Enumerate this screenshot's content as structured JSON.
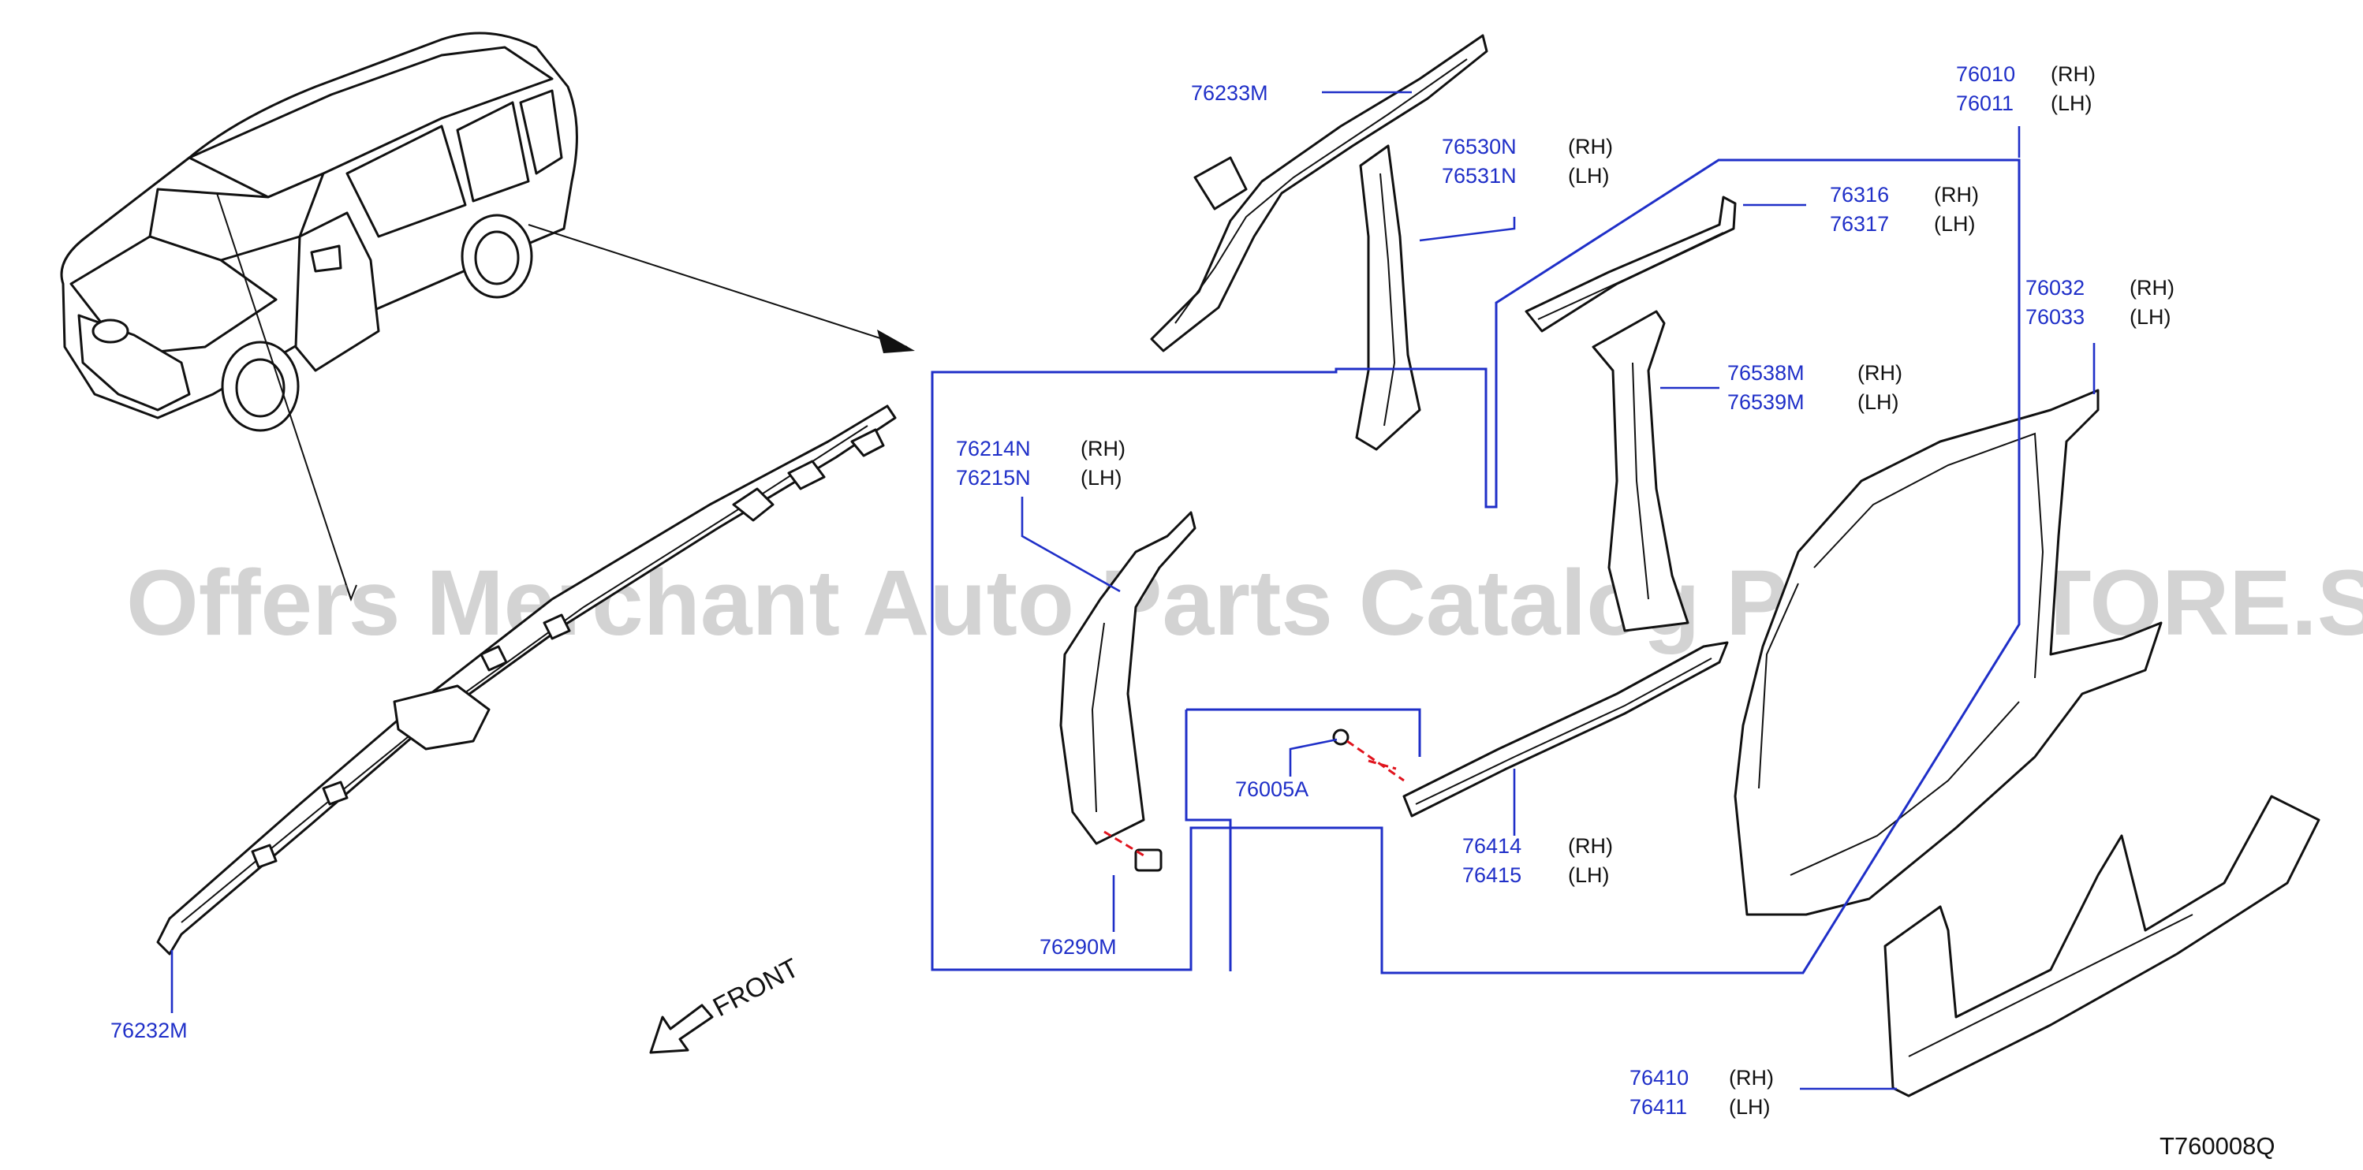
{
  "diagram_code": "T760008Q",
  "watermark": "Offers Merchant Auto Parts Catalog PARTSTORE.SA",
  "front_label": "FRONT",
  "callouts": [
    {
      "id": "c76233",
      "lines": [
        {
          "part": "76233M",
          "side": ""
        }
      ]
    },
    {
      "id": "c76530",
      "lines": [
        {
          "part": "76530N",
          "side": "(RH)"
        },
        {
          "part": "76531N",
          "side": "(LH)"
        }
      ]
    },
    {
      "id": "c76010",
      "lines": [
        {
          "part": "76010",
          "side": "(RH)"
        },
        {
          "part": "76011",
          "side": "(LH)"
        }
      ]
    },
    {
      "id": "c76316",
      "lines": [
        {
          "part": "76316",
          "side": "(RH)"
        },
        {
          "part": "76317",
          "side": "(LH)"
        }
      ]
    },
    {
      "id": "c76032",
      "lines": [
        {
          "part": "76032",
          "side": "(RH)"
        },
        {
          "part": "76033",
          "side": "(LH)"
        }
      ]
    },
    {
      "id": "c76538",
      "lines": [
        {
          "part": "76538M",
          "side": "(RH)"
        },
        {
          "part": "76539M",
          "side": "(LH)"
        }
      ]
    },
    {
      "id": "c76214",
      "lines": [
        {
          "part": "76214N",
          "side": "(RH)"
        },
        {
          "part": "76215N",
          "side": "(LH)"
        }
      ]
    },
    {
      "id": "c76005",
      "lines": [
        {
          "part": "76005A",
          "side": ""
        }
      ]
    },
    {
      "id": "c76414",
      "lines": [
        {
          "part": "76414",
          "side": "(RH)"
        },
        {
          "part": "76415",
          "side": "(LH)"
        }
      ]
    },
    {
      "id": "c76290",
      "lines": [
        {
          "part": "76290M",
          "side": ""
        }
      ]
    },
    {
      "id": "c76232",
      "lines": [
        {
          "part": "76232M",
          "side": ""
        }
      ]
    },
    {
      "id": "c76410",
      "lines": [
        {
          "part": "76410",
          "side": "(RH)"
        },
        {
          "part": "76411",
          "side": "(LH)"
        }
      ]
    }
  ],
  "colors": {
    "callout": "#1f2fc8",
    "line_art": "#111111",
    "fastener_dash": "#e0141e",
    "watermark": "#969696"
  }
}
